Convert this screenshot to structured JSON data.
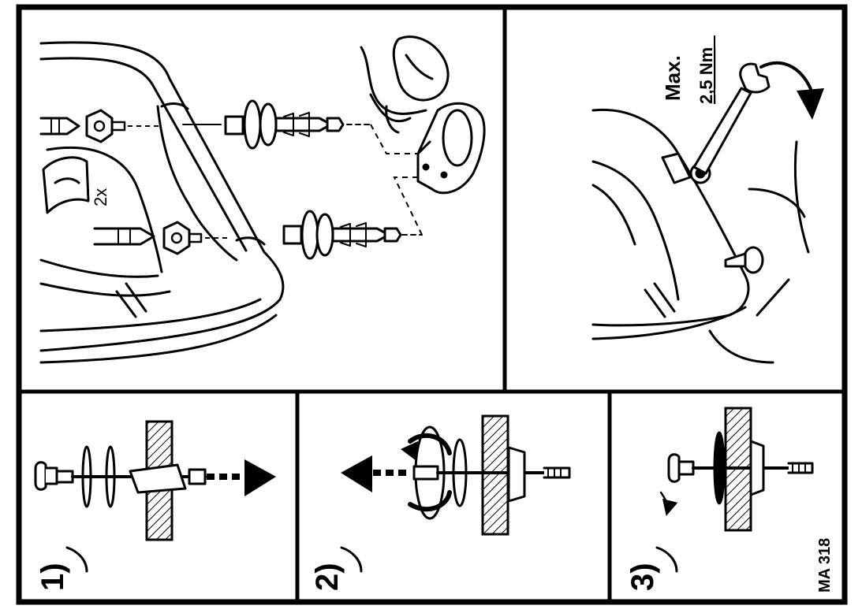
{
  "panels": {
    "overview": {
      "quantity_label": "2x"
    },
    "torque": {
      "line1": "Max.",
      "line2": "2,5 Nm"
    },
    "steps": [
      {
        "label": "1)"
      },
      {
        "label": "2)"
      },
      {
        "label": "3)"
      }
    ]
  },
  "document_code": "MA 318"
}
